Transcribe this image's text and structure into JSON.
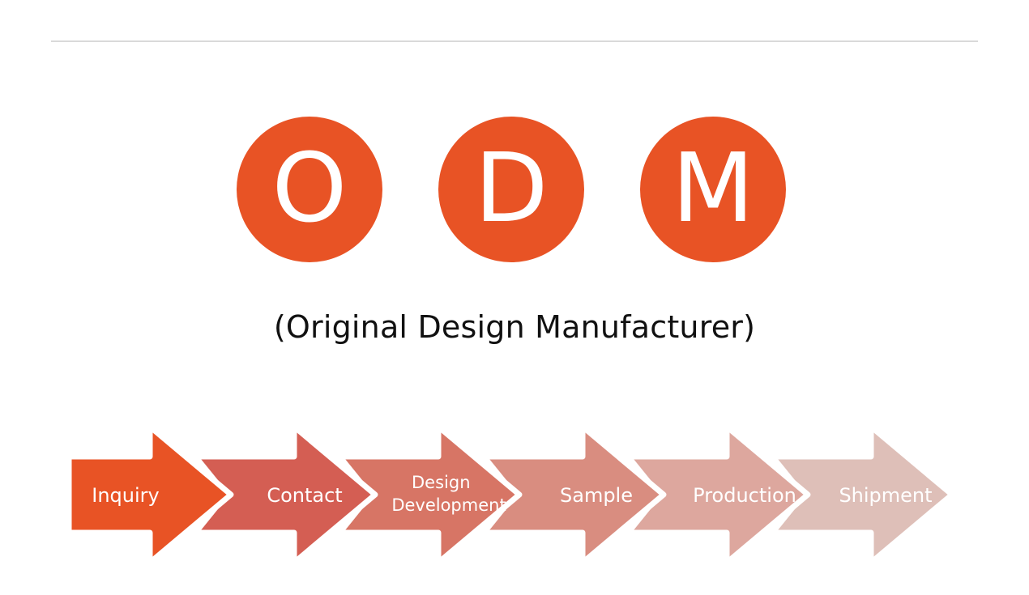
{
  "letters": [
    {
      "char": "O"
    },
    {
      "char": "D"
    },
    {
      "char": "M"
    }
  ],
  "subtitle": "(Original Design Manufacturer)",
  "steps": [
    {
      "lines": [
        "Inquiry"
      ],
      "color": "#E85325"
    },
    {
      "lines": [
        "Contact"
      ],
      "color": "#D45E53"
    },
    {
      "lines": [
        "Design",
        "Development"
      ],
      "color": "#D77565"
    },
    {
      "lines": [
        "Sample"
      ],
      "color": "#D98D80"
    },
    {
      "lines": [
        "Production"
      ],
      "color": "#DDA79E"
    },
    {
      "lines": [
        "Shipment"
      ],
      "color": "#DEBFB8"
    }
  ],
  "colors": {
    "accent": "#E85325",
    "rule": "#D9D9D9",
    "text": "#111111"
  }
}
